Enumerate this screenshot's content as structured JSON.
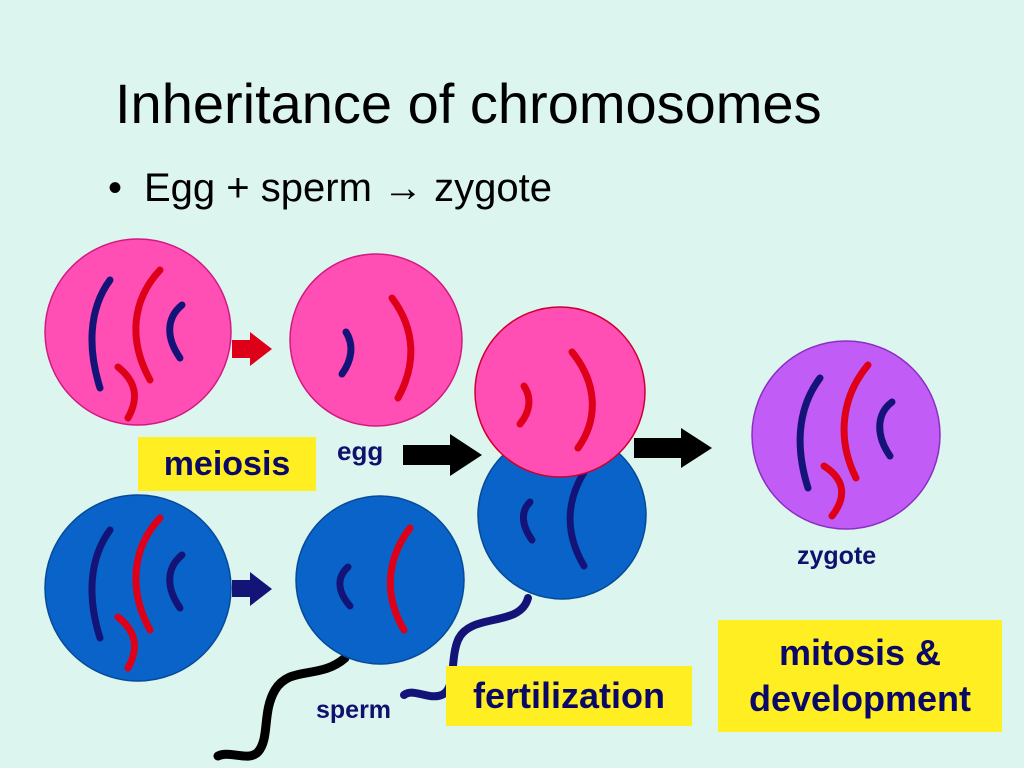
{
  "slide": {
    "title": "Inheritance of chromosomes",
    "bullet": "Egg + sperm → zygote"
  },
  "labels": {
    "meiosis": "meiosis",
    "egg": "egg",
    "sperm": "sperm",
    "zygote": "zygote",
    "fertilization": "fertilization",
    "mitosis_line1": "mitosis &",
    "mitosis_line2": "development"
  },
  "colors": {
    "background": "#dcf5ee",
    "egg_cell": "#ff4fb4",
    "sperm_cell": "#0a63c8",
    "zygote_cell": "#c25cf6",
    "chromosome_blue": "#141478",
    "chromosome_red": "#dd0018",
    "label_box": "#ffee22",
    "label_text": "#0a0a66"
  }
}
